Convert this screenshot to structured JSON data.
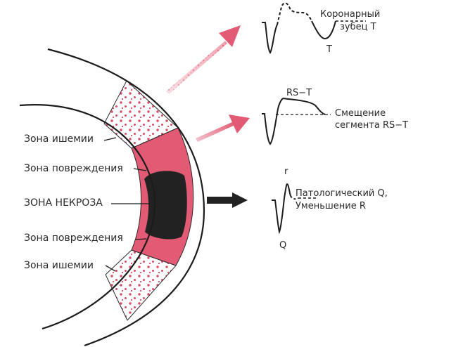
{
  "zones": {
    "ischemia_top": "Зона ишемии",
    "injury_top": "Зона повреждения",
    "necrosis": "ЗОНА НЕКРОЗА",
    "injury_bottom": "Зона повреждения",
    "ischemia_bottom": "Зона ишемии"
  },
  "ecg_top": {
    "line1": "Коронарный",
    "line2": "зубец Т",
    "wave_letter": "Т"
  },
  "ecg_middle": {
    "segment_label": "RS−T",
    "line1": "Смещение",
    "line2": "сегмента RS−T"
  },
  "ecg_bottom": {
    "r_letter": "r",
    "line1": "Патологический Q,",
    "line2": "Уменьшение R",
    "q_letter": "Q"
  },
  "colors": {
    "injury": "#e25a73",
    "ischemia_dots": "#d94a63",
    "necrosis": "#222222",
    "outline": "#1c1c1c"
  }
}
